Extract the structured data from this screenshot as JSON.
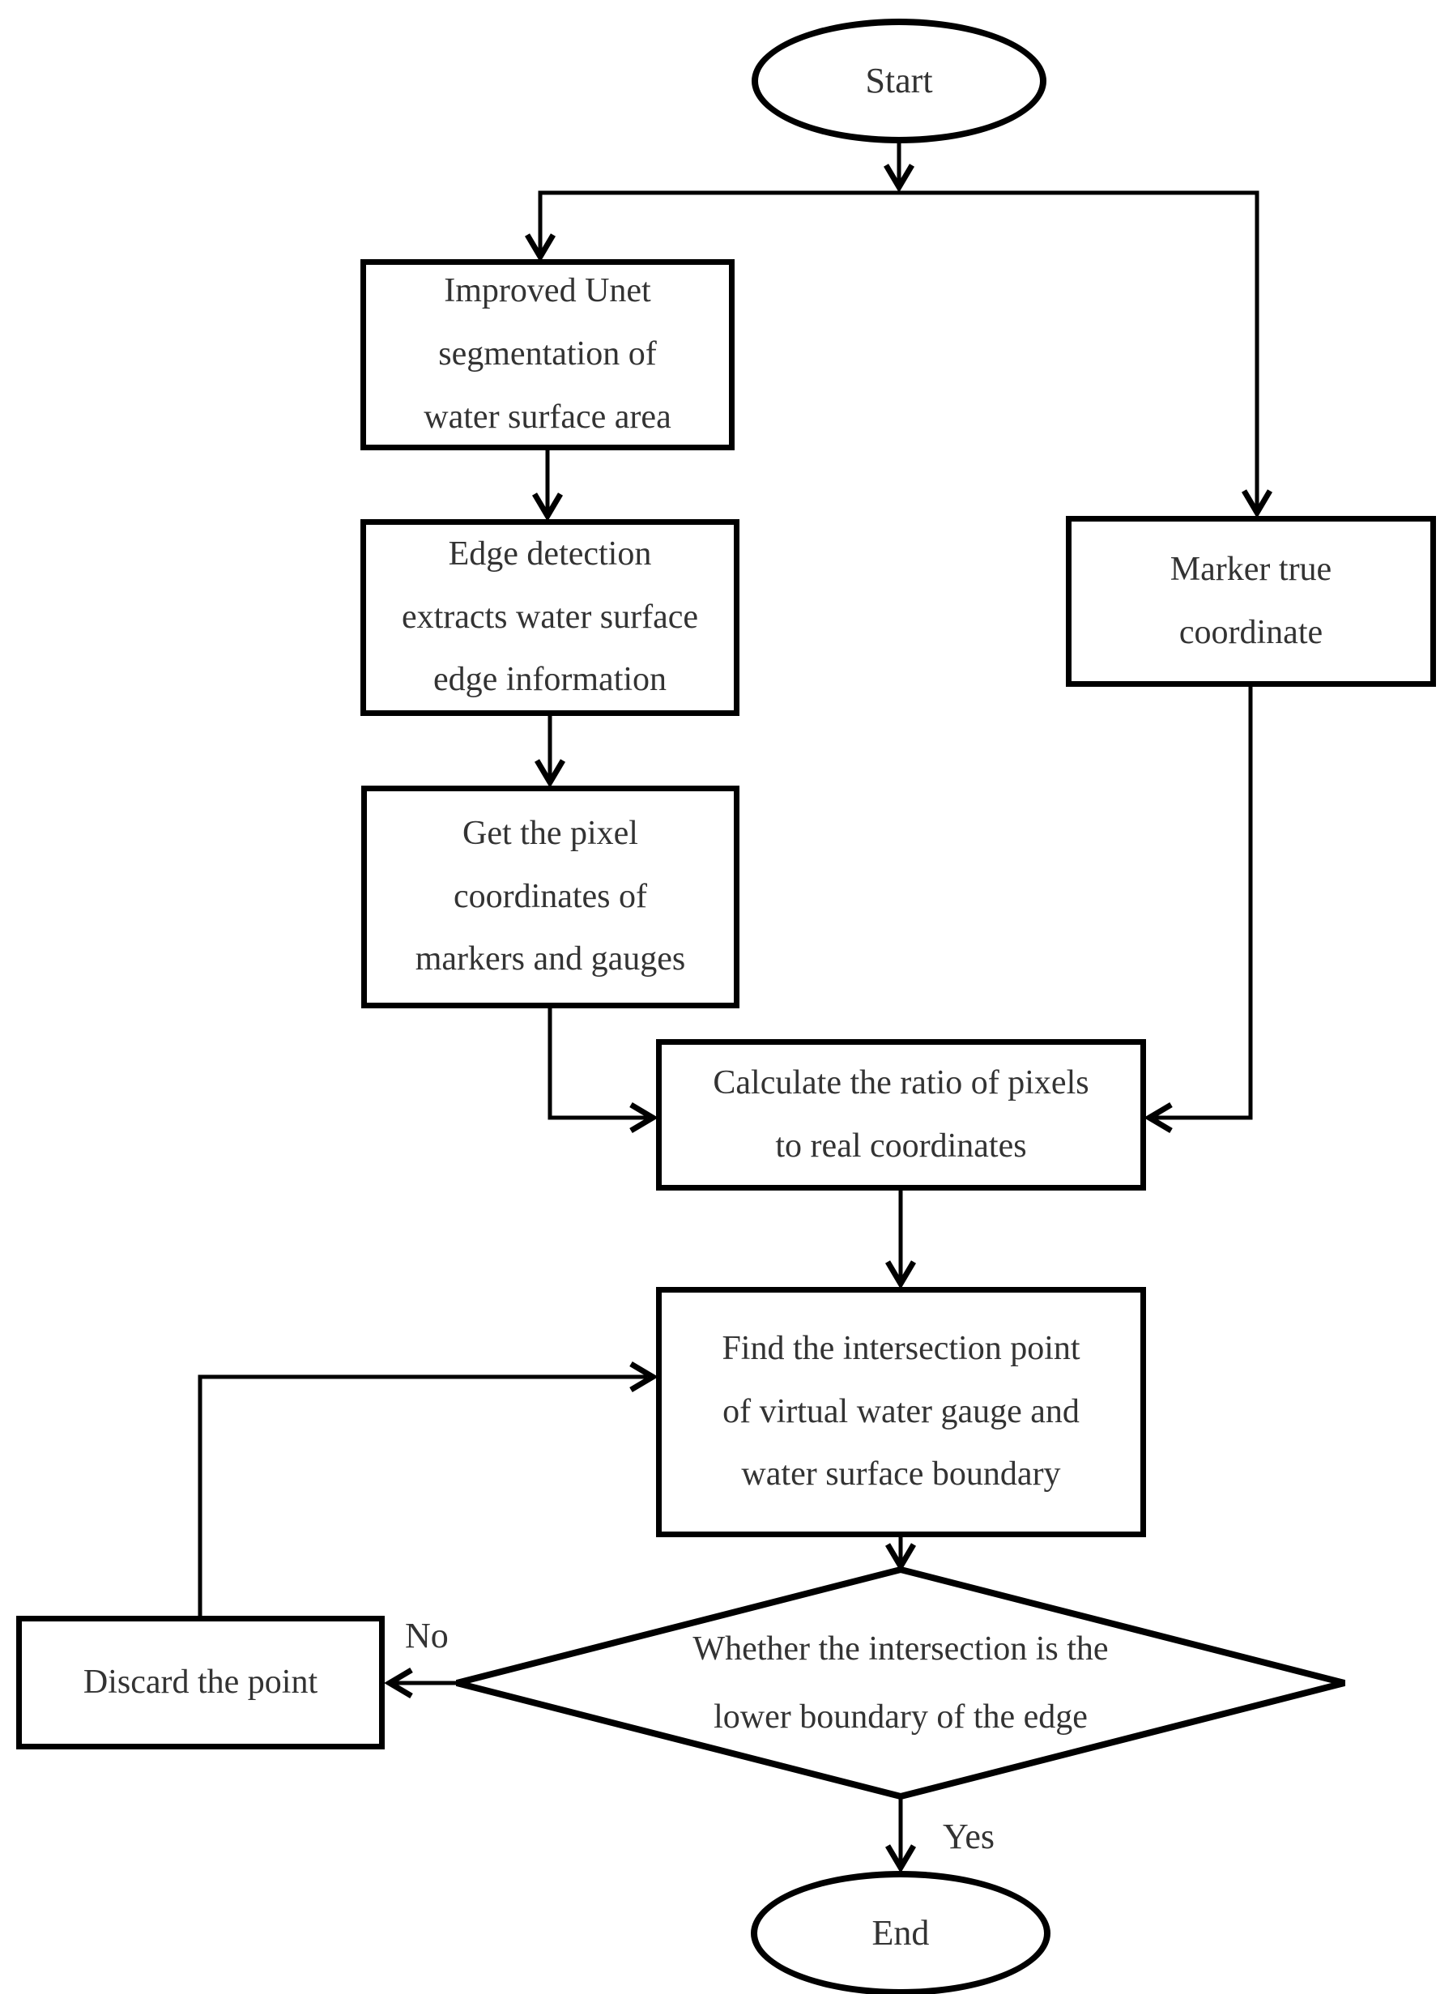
{
  "diagram": {
    "nodes": {
      "start": {
        "label": "Start"
      },
      "improved_unet": {
        "label": "Improved Unet\nsegmentation of\nwater surface area"
      },
      "edge_detection": {
        "label": "Edge detection\nextracts water surface\nedge information"
      },
      "get_pixel": {
        "label": "Get the pixel\ncoordinates of\nmarkers and gauges"
      },
      "marker_true": {
        "label": "Marker true\ncoordinate"
      },
      "calculate_ratio": {
        "label": "Calculate the ratio of pixels\nto real coordinates"
      },
      "find_intersection": {
        "label": "Find the intersection point\nof virtual water gauge and\nwater surface boundary"
      },
      "decision": {
        "label": "Whether the intersection is the\nlower boundary of the edge"
      },
      "discard": {
        "label": "Discard the point"
      },
      "end": {
        "label": "End"
      }
    },
    "edge_labels": {
      "no": "No",
      "yes": "Yes"
    },
    "colors": {
      "stroke": "#000000",
      "text": "#333333",
      "background": "#ffffff"
    }
  }
}
